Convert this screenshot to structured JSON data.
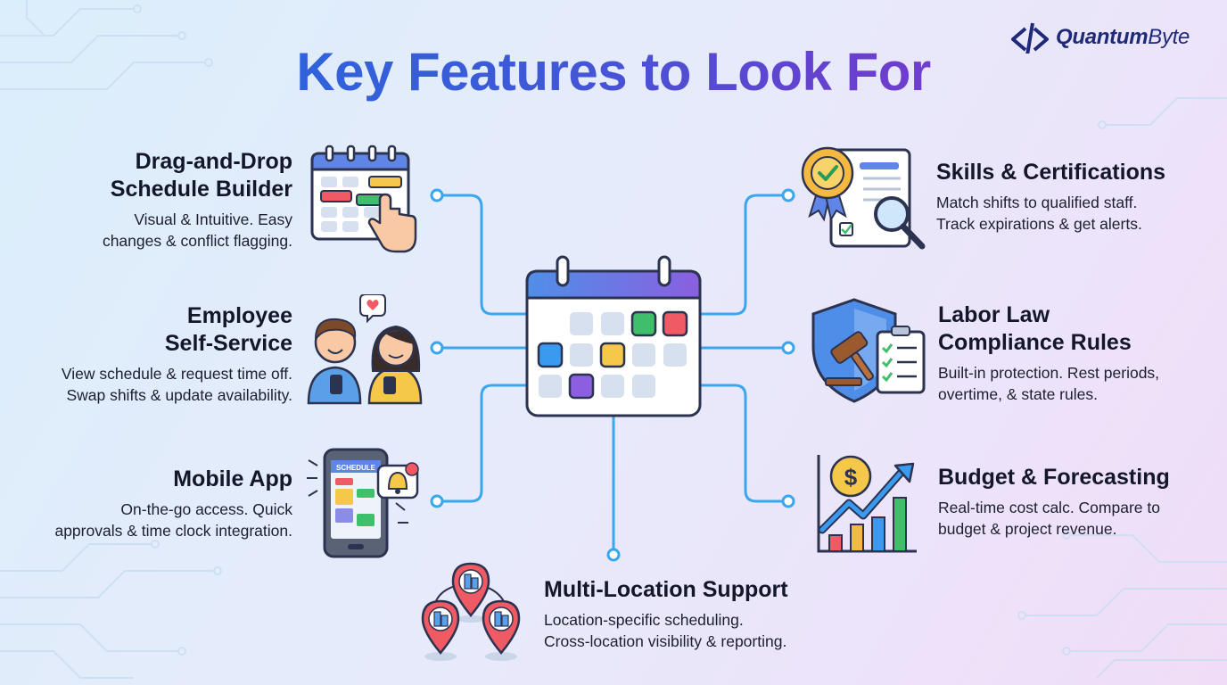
{
  "title": "Key Features to Look For",
  "brand": {
    "name_bold": "Quantum",
    "name_light": "Byte",
    "color": "#1e2a78"
  },
  "accent_colors": {
    "title_start": "#1f6fe0",
    "title_end": "#8e3ac8",
    "connector": "#3aa6ee",
    "calendar_header": "#6b6be0"
  },
  "features": [
    {
      "id": "drag-drop",
      "title_lines": [
        "Drag-and-Drop",
        "Schedule Builder"
      ],
      "desc_lines": [
        "Visual & Intuitive. Easy",
        "changes & conflict flagging."
      ],
      "icon": "calendar-hand-icon"
    },
    {
      "id": "self-service",
      "title_lines": [
        "Employee",
        "Self-Service"
      ],
      "desc_lines": [
        "View schedule & request time off.",
        "Swap shifts & update availability."
      ],
      "icon": "people-phones-icon"
    },
    {
      "id": "mobile-app",
      "title_lines": [
        "Mobile App"
      ],
      "desc_lines": [
        "On-the-go access. Quick",
        "approvals & time clock integration."
      ],
      "icon": "phone-schedule-icon",
      "icon_label": "SCHEDULE"
    },
    {
      "id": "skills",
      "title_lines": [
        "Skills & Certifications"
      ],
      "desc_lines": [
        "Match shifts to qualified staff.",
        "Track expirations & get alerts."
      ],
      "icon": "certificate-magnifier-icon"
    },
    {
      "id": "labor-law",
      "title_lines": [
        "Labor Law",
        "Compliance Rules"
      ],
      "desc_lines": [
        "Built-in protection. Rest periods,",
        "overtime, & state rules."
      ],
      "icon": "shield-gavel-icon"
    },
    {
      "id": "budget",
      "title_lines": [
        "Budget & Forecasting"
      ],
      "desc_lines": [
        "Real-time cost calc. Compare to",
        "budget & project revenue."
      ],
      "icon": "dollar-chart-icon",
      "icon_label": "$"
    },
    {
      "id": "multi-location",
      "title_lines": [
        "Multi-Location Support"
      ],
      "desc_lines": [
        "Location-specific scheduling.",
        "Cross-location visibility & reporting."
      ],
      "icon": "location-pins-icon"
    }
  ]
}
